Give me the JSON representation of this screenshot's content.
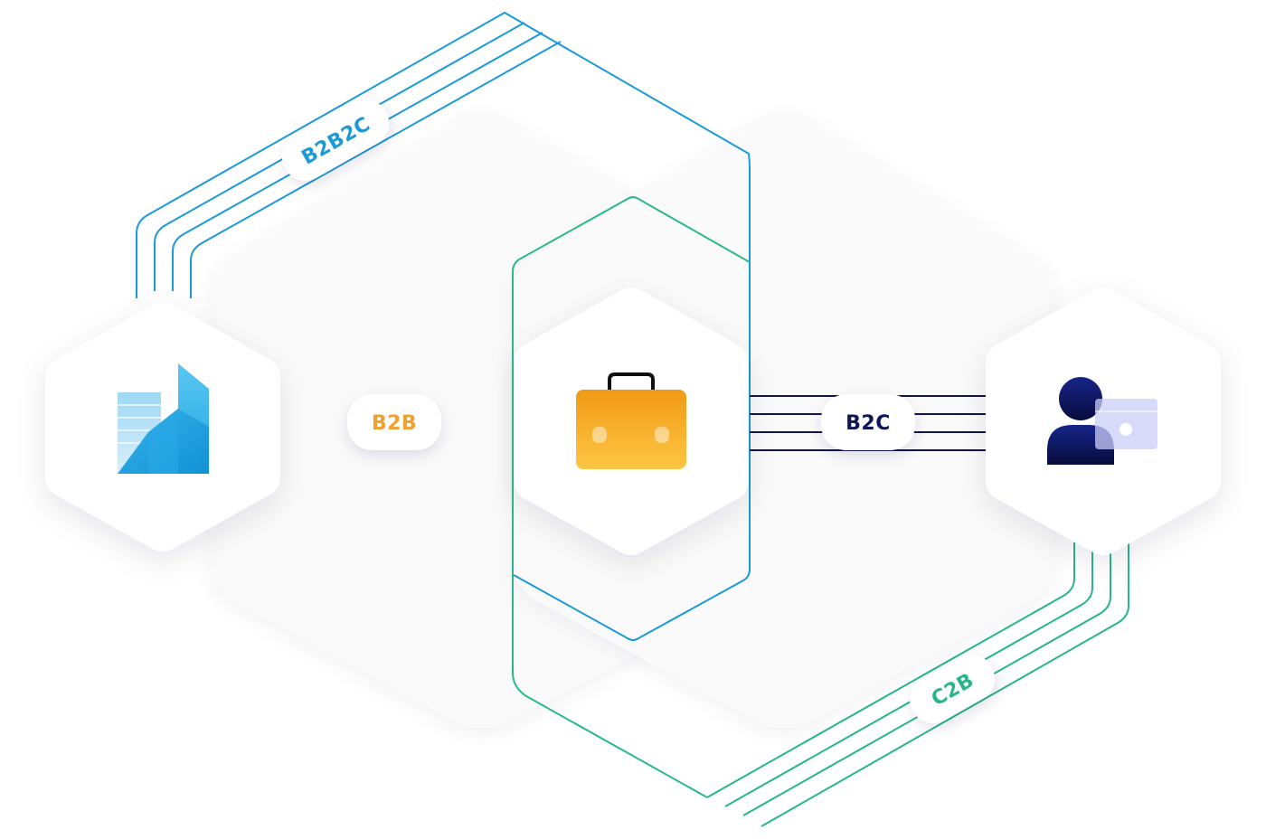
{
  "colors": {
    "b2b2c": "#1b9ad8",
    "b2b_left": "#ee7a2f",
    "b2b_right": "#f7aa3a",
    "b2c": "#0d1657",
    "c2b": "#27b68c",
    "center_outline_green": "#2cb88d",
    "center_outline_blue": "#1e88d2"
  },
  "icons": {
    "business": "building-icon",
    "platform": "briefcase-icon",
    "consumer": "user-card-icon"
  },
  "connections": {
    "b2b2c": {
      "label": "B2B2C"
    },
    "b2b": {
      "label": "B2B"
    },
    "b2c": {
      "label": "B2C"
    },
    "c2b": {
      "label": "C2B"
    }
  }
}
